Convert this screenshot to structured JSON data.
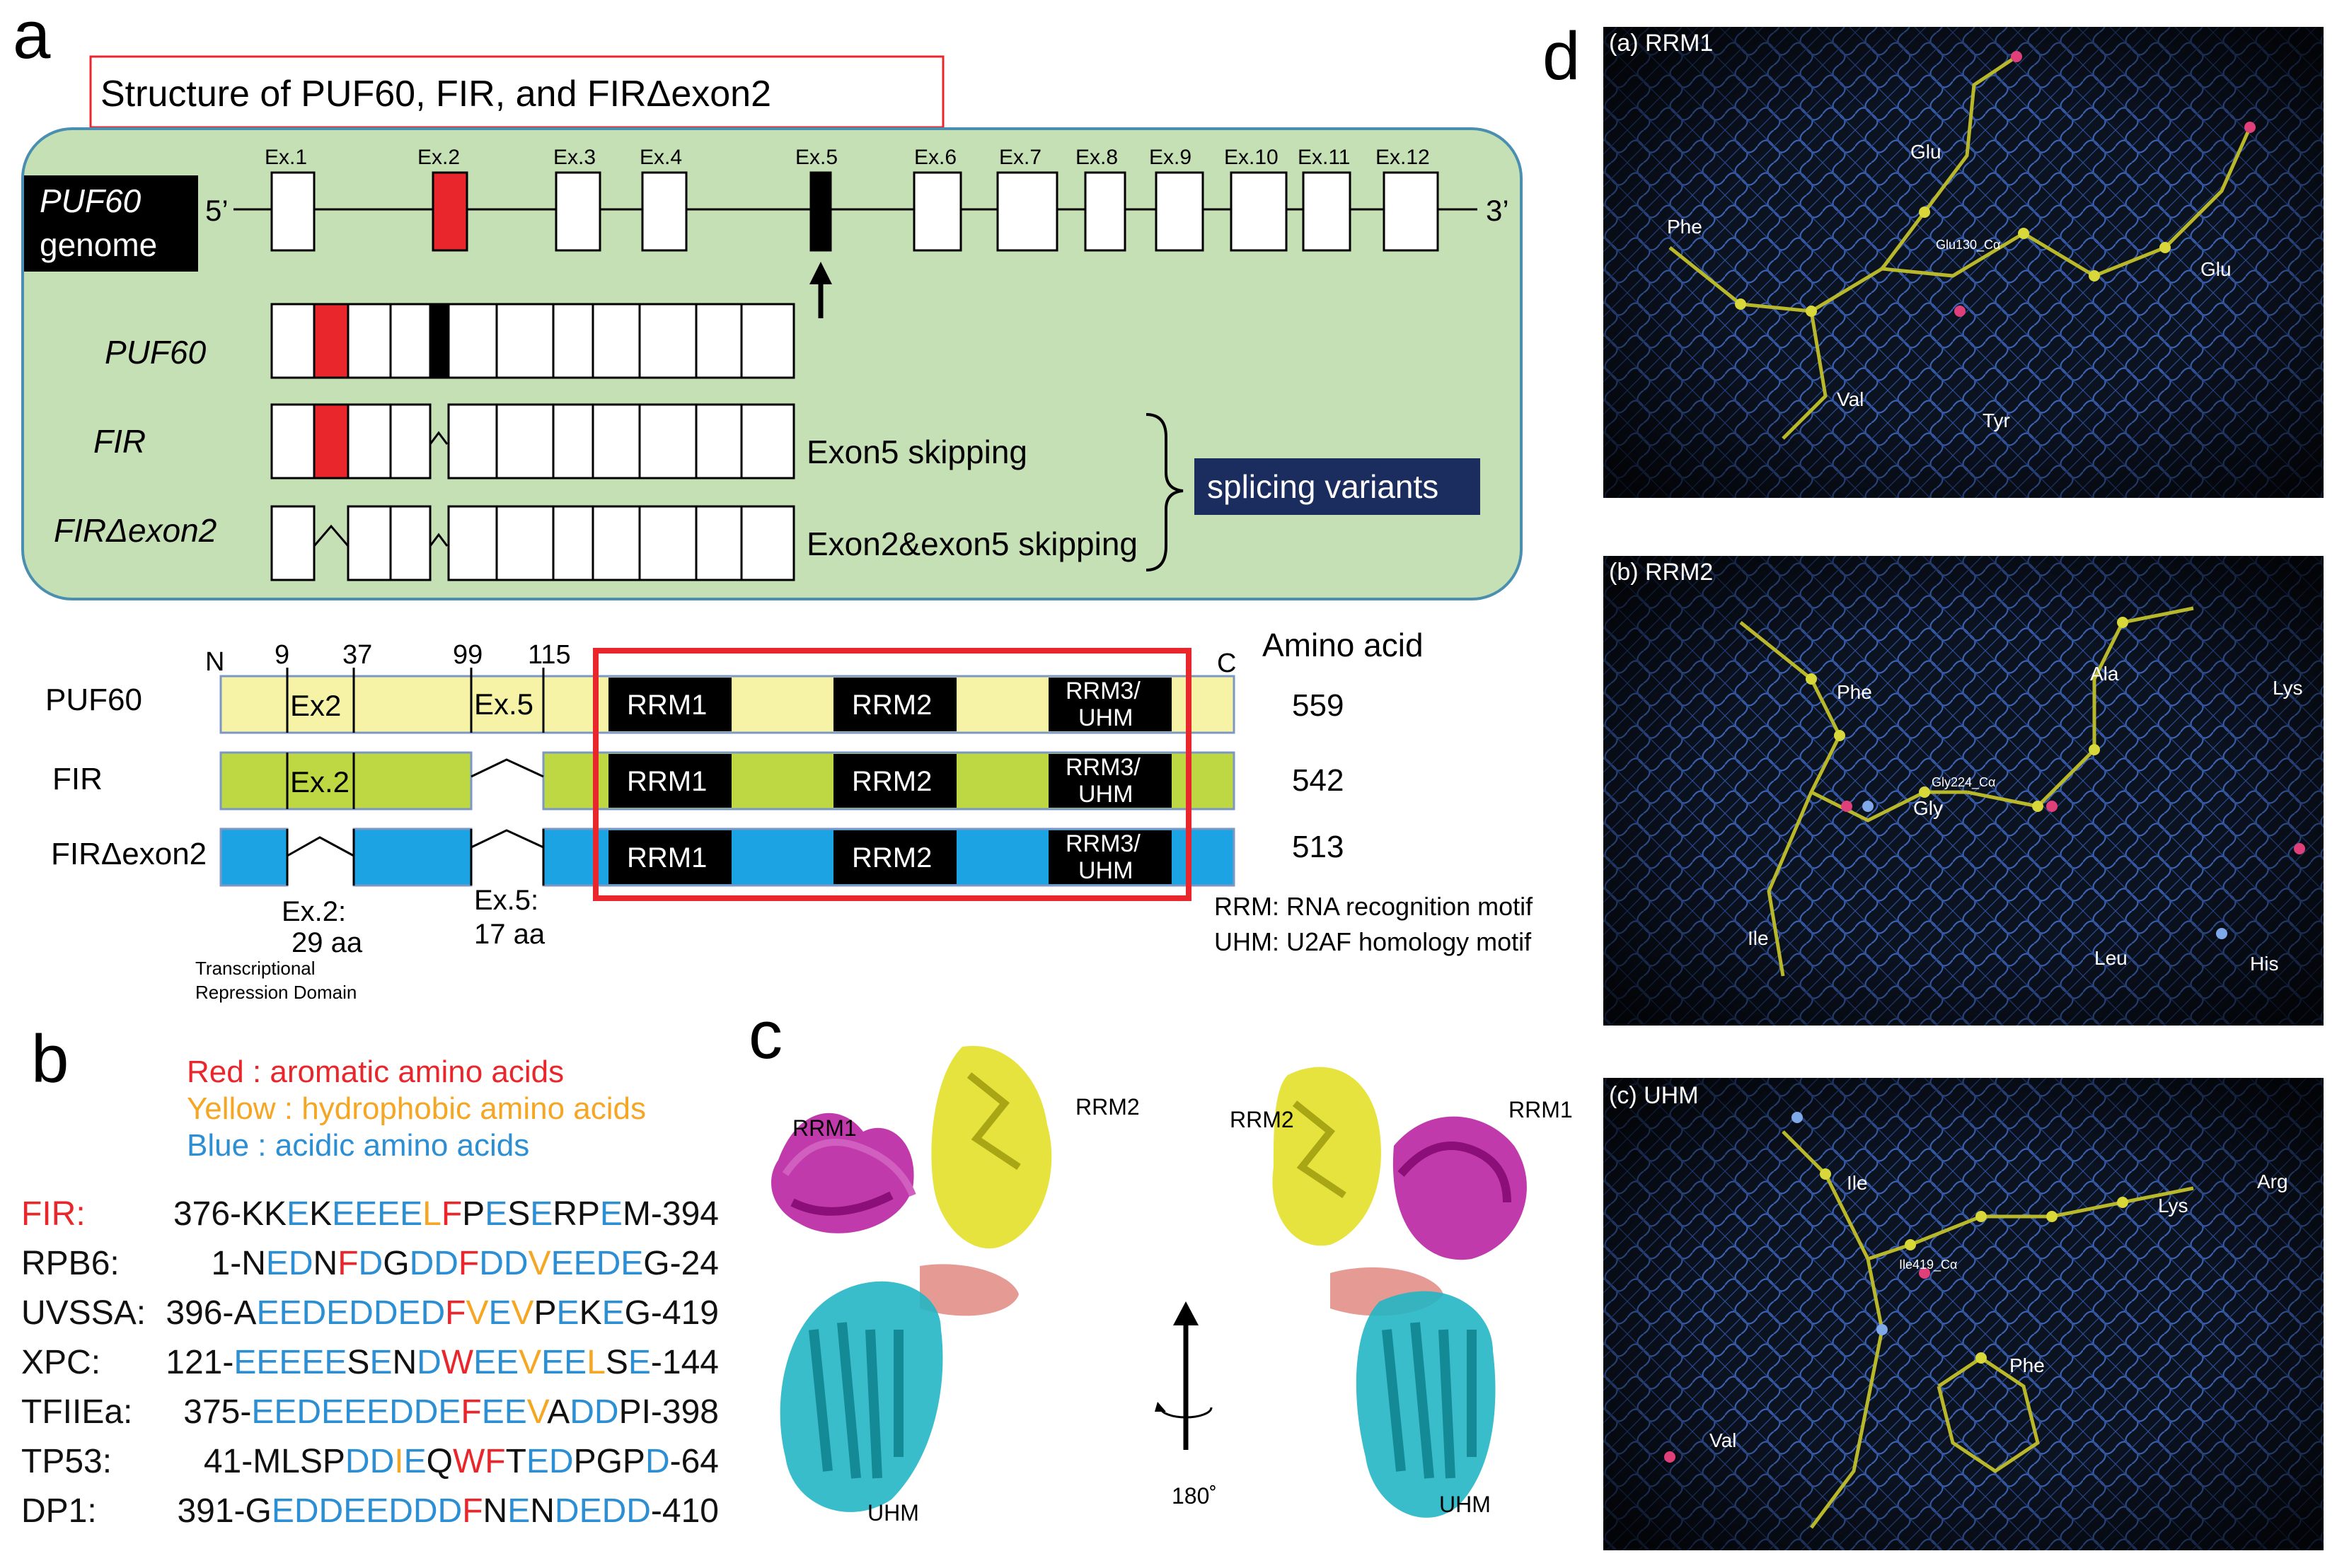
{
  "panel_letters": {
    "a": "a",
    "b": "b",
    "c": "c",
    "d": "d"
  },
  "panel_a": {
    "title": "Structure of PUF60, FIR, and FIRΔexon2",
    "genome_label_1": "PUF60",
    "genome_label_2": "genome",
    "five_prime": "5’",
    "three_prime": "3’",
    "exons": [
      "Ex.1",
      "Ex.2",
      "Ex.3",
      "Ex.4",
      "Ex.5",
      "Ex.6",
      "Ex.7",
      "Ex.8",
      "Ex.9",
      "Ex.10",
      "Ex.11",
      "Ex.12"
    ],
    "transcripts": {
      "puf60": "PUF60",
      "fir": "FIR",
      "firdel": "FIRΔexon2"
    },
    "skip_fir": "Exon5 skipping",
    "skip_firdel": "Exon2&exon5 skipping",
    "splicing": "splicing variants",
    "domain": {
      "n": "N",
      "c": "C",
      "positions": [
        "9",
        "37",
        "99",
        "115"
      ],
      "amino_acid_header": "Amino acid",
      "proteins": [
        {
          "name": "PUF60",
          "length": "559",
          "color": "#f6f3a6"
        },
        {
          "name": "FIR",
          "length": "542",
          "color": "#bdd842"
        },
        {
          "name": "FIRΔexon2",
          "length": "513",
          "color": "#1ba3e3"
        }
      ],
      "ex2_puf60": "Ex2",
      "ex2_fir": "Ex.2",
      "ex5_puf60": "Ex.5",
      "rrm1": "RRM1",
      "rrm2": "RRM2",
      "rrm3_1": "RRM3/",
      "rrm3_2": "UHM",
      "ex2_note_1": "Ex.2:",
      "ex2_note_2": "29 aa",
      "ex5_note_1": "Ex.5:",
      "ex5_note_2": "17 aa",
      "trd_1": "Transcriptional",
      "trd_2": "Repression Domain",
      "legend_rrm": "RRM: RNA recognition motif",
      "legend_uhm": "UHM: U2AF homology motif"
    }
  },
  "panel_b": {
    "legend": [
      {
        "text": "Red : aromatic amino acids",
        "color": "#e8262b"
      },
      {
        "text": "Yellow : hydrophobic amino acids",
        "color": "#f5a623"
      },
      {
        "text": "Blue : acidic amino acids",
        "color": "#2c8fd4"
      }
    ],
    "colors": {
      "k": "#111111",
      "r": "#e8262b",
      "y": "#f5a623",
      "b": "#2c8fd4"
    },
    "rows": [
      {
        "name": "FIR:",
        "name_color": "#e8262b",
        "segments": [
          [
            "k",
            "376-KK"
          ],
          [
            "b",
            "E"
          ],
          [
            "k",
            "K"
          ],
          [
            "b",
            "EEEE"
          ],
          [
            "y",
            "L"
          ],
          [
            "r",
            "F"
          ],
          [
            "k",
            "P"
          ],
          [
            "b",
            "E"
          ],
          [
            "k",
            "S"
          ],
          [
            "b",
            "E"
          ],
          [
            "k",
            "RP"
          ],
          [
            "b",
            "E"
          ],
          [
            "k",
            "M-394"
          ]
        ]
      },
      {
        "name": "RPB6:",
        "name_color": "#111111",
        "segments": [
          [
            "k",
            "1-N"
          ],
          [
            "b",
            "ED"
          ],
          [
            "k",
            "N"
          ],
          [
            "r",
            "F"
          ],
          [
            "b",
            "D"
          ],
          [
            "k",
            "G"
          ],
          [
            "b",
            "DD"
          ],
          [
            "r",
            "F"
          ],
          [
            "b",
            "DD"
          ],
          [
            "y",
            "V"
          ],
          [
            "b",
            "EEDE"
          ],
          [
            "k",
            "G-24"
          ]
        ]
      },
      {
        "name": "UVSSA:",
        "name_color": "#111111",
        "segments": [
          [
            "k",
            "396-A"
          ],
          [
            "b",
            "EEDEDDED"
          ],
          [
            "r",
            "F"
          ],
          [
            "y",
            "V"
          ],
          [
            "b",
            "E"
          ],
          [
            "y",
            "V"
          ],
          [
            "k",
            "P"
          ],
          [
            "b",
            "E"
          ],
          [
            "k",
            "K"
          ],
          [
            "b",
            "E"
          ],
          [
            "k",
            "G-419"
          ]
        ]
      },
      {
        "name": "XPC:",
        "name_color": "#111111",
        "segments": [
          [
            "k",
            "121-"
          ],
          [
            "b",
            "EEEEE"
          ],
          [
            "k",
            "S"
          ],
          [
            "b",
            "E"
          ],
          [
            "k",
            "N"
          ],
          [
            "b",
            "D"
          ],
          [
            "r",
            "W"
          ],
          [
            "b",
            "EE"
          ],
          [
            "y",
            "V"
          ],
          [
            "b",
            "EE"
          ],
          [
            "y",
            "L"
          ],
          [
            "k",
            "S"
          ],
          [
            "b",
            "E"
          ],
          [
            "k",
            "-144"
          ]
        ]
      },
      {
        "name": "TFIIEa:",
        "name_color": "#111111",
        "segments": [
          [
            "k",
            "375-"
          ],
          [
            "b",
            "EEDEEEDDE"
          ],
          [
            "r",
            "F"
          ],
          [
            "b",
            "EE"
          ],
          [
            "y",
            "V"
          ],
          [
            "k",
            "A"
          ],
          [
            "b",
            "DD"
          ],
          [
            "k",
            "PI-398"
          ]
        ]
      },
      {
        "name": "TP53:",
        "name_color": "#111111",
        "segments": [
          [
            "k",
            "41-MLSP"
          ],
          [
            "b",
            "DD"
          ],
          [
            "y",
            "I"
          ],
          [
            "b",
            "E"
          ],
          [
            "k",
            "Q"
          ],
          [
            "r",
            "WF"
          ],
          [
            "k",
            "T"
          ],
          [
            "b",
            "ED"
          ],
          [
            "k",
            "PGP"
          ],
          [
            "b",
            "D"
          ],
          [
            "k",
            "-64"
          ]
        ]
      },
      {
        "name": "DP1:",
        "name_color": "#111111",
        "segments": [
          [
            "k",
            "391-G"
          ],
          [
            "b",
            "EDDEEDDD"
          ],
          [
            "r",
            "F"
          ],
          [
            "k",
            "N"
          ],
          [
            "b",
            "E"
          ],
          [
            "k",
            "N"
          ],
          [
            "b",
            "DEDD"
          ],
          [
            "k",
            "-410"
          ]
        ]
      }
    ]
  },
  "panel_c": {
    "left": {
      "rrm1": "RRM1",
      "rrm2": "RRM2",
      "uhm": "UHM"
    },
    "right": {
      "rrm1": "RRM1",
      "rrm2": "RRM2",
      "uhm": "UHM"
    },
    "rotation": "180˚",
    "colors": {
      "rrm1": "#b5179e",
      "rrm2": "#e3e02a",
      "uhm": "#23b6c4",
      "linker": "#e59a93"
    }
  },
  "panel_d": [
    {
      "title": "(a) RRM1",
      "labels": [
        "Phe",
        "Glu",
        "Glu130_Cα",
        "Glu",
        "Val",
        "Tyr"
      ]
    },
    {
      "title": "(b) RRM2",
      "labels": [
        "Phe",
        "Ala",
        "Lys",
        "Gly224_Cα",
        "Gly",
        "Ile",
        "Leu",
        "His"
      ]
    },
    {
      "title": "(c) UHM",
      "labels": [
        "Ile",
        "Lys",
        "Arg",
        "Ile419_Cα",
        "Phe",
        "Val"
      ]
    }
  ]
}
